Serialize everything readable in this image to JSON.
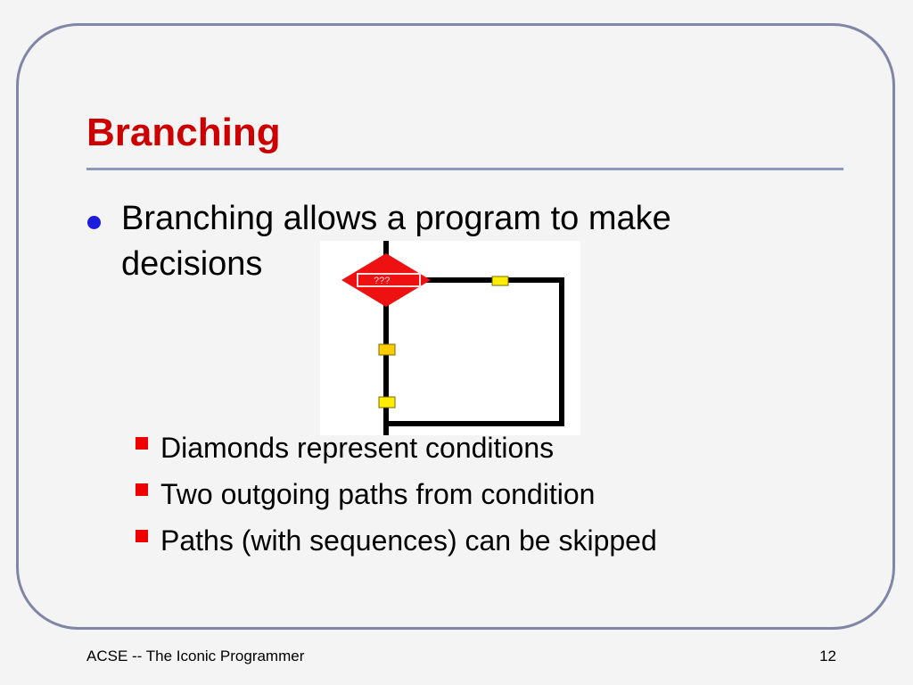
{
  "slide": {
    "title": "Branching",
    "main_bullet": "Branching allows a program to make decisions",
    "diagram": {
      "condition_label": "???",
      "colors": {
        "diamond": "#ee1111",
        "connector": "#ffee00",
        "line": "#000000"
      }
    },
    "sub_bullets": [
      "Diamonds represent conditions",
      "Two outgoing paths from condition",
      "Paths (with sequences) can be skipped"
    ],
    "footer": {
      "left": "ACSE -- The Iconic Programmer",
      "page_number": "12"
    }
  }
}
